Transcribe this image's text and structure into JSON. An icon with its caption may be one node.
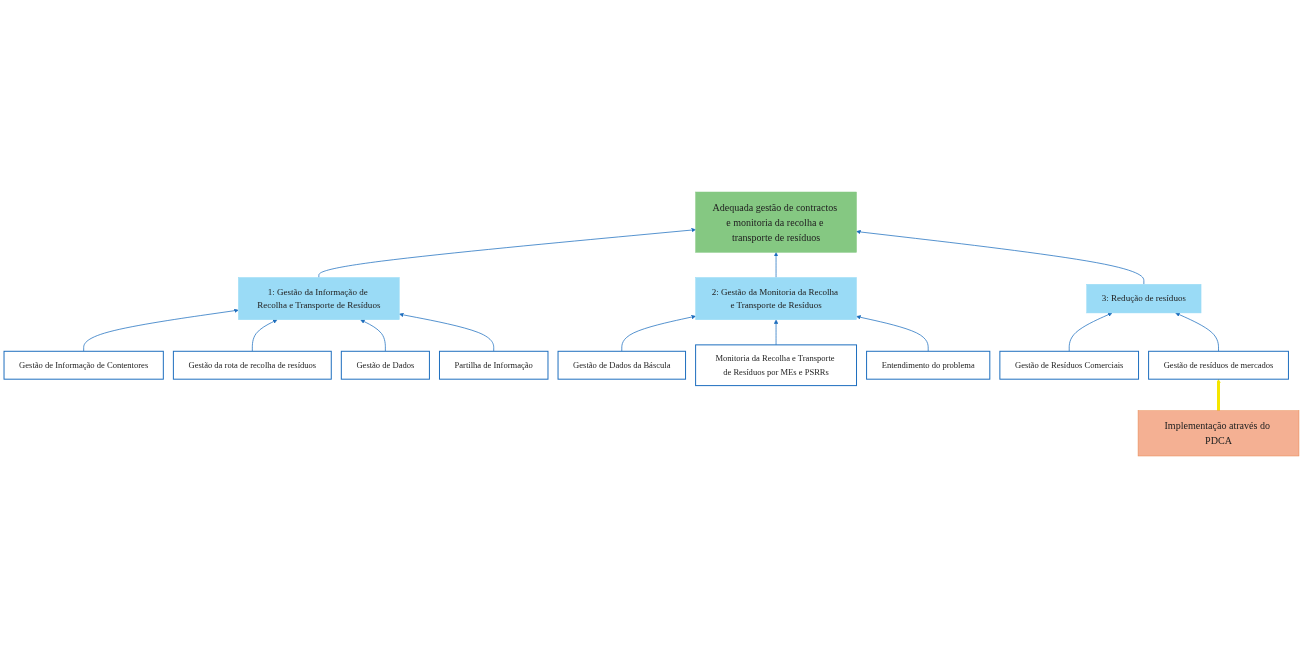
{
  "diagram": {
    "nodes": [
      {
        "text": [
          "Adequada gestão de contractos e monitoria da recolha e transporte de resíduos"
        ]
      },
      {
        "text": [
          "1: Gestão da Informação de Recolha e Transporte de Resíduos"
        ]
      },
      {
        "text": [
          "Gestão de Informação de Contentores"
        ]
      },
      {
        "text": [
          "Gestão da rota de recolha de resíduos"
        ]
      },
      {
        "text": [
          "Gestão de Dados"
        ]
      },
      {
        "text": [
          "Partilha de Informação"
        ]
      },
      {
        "text": [
          "2: Gestão da Monitoria da Recolha e Transporte de Resíduos"
        ]
      },
      {
        "text": [
          "Gestão de Dados da Báscula"
        ]
      },
      {
        "text": [
          "Monitoria da Recolha e Transporte de Resíduos por MEs e PSRRs"
        ]
      },
      {
        "text": [
          "Entendimento do problema"
        ]
      },
      {
        "text": [
          "3: Redução de resíduos"
        ]
      },
      {
        "text": [
          "Gestão de Resíduos Comerciais"
        ]
      },
      {
        "text": [
          "Gestão de resíduos de mercados"
        ]
      },
      {
        "text": [
          "Implementação através do PDCA"
        ]
      }
    ],
    "edges": [
      {
        "from": 1,
        "to": 0,
        "arrow": "to"
      },
      {
        "from": 6,
        "to": 0,
        "arrow": "to"
      },
      {
        "from": 10,
        "to": 0,
        "arrow": "to"
      },
      {
        "from": 2,
        "to": 1,
        "arrow": "to"
      },
      {
        "from": 3,
        "to": 1,
        "arrow": "to"
      },
      {
        "from": 4,
        "to": 1,
        "arrow": "to"
      },
      {
        "from": 5,
        "to": 1,
        "arrow": "to"
      },
      {
        "from": 7,
        "to": 6,
        "arrow": "to"
      },
      {
        "from": 8,
        "to": 6,
        "arrow": "to"
      },
      {
        "from": 9,
        "to": 6,
        "arrow": "to"
      },
      {
        "from": 11,
        "to": 10,
        "arrow": "to"
      },
      {
        "from": 12,
        "to": 10,
        "arrow": "to"
      },
      {
        "from": 13,
        "to": 12,
        "arrow": "to",
        "style": "thick",
        "color": "#f5e600"
      }
    ]
  }
}
